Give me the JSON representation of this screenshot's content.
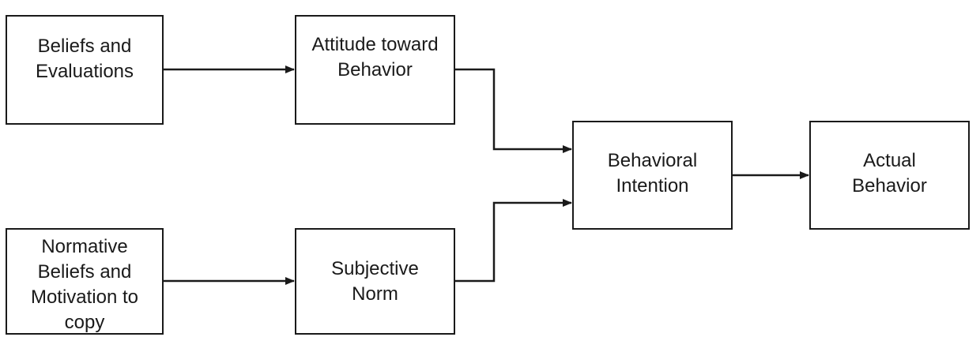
{
  "diagram": {
    "nodes": {
      "beliefs_evaluations": "Beliefs and\nEvaluations",
      "attitude_toward_behavior": "Attitude toward\nBehavior",
      "normative_beliefs": "Normative\nBeliefs and\nMotivation to\ncopy",
      "subjective_norm": "Subjective\nNorm",
      "behavioral_intention": "Behavioral\nIntention",
      "actual_behavior": "Actual\nBehavior"
    },
    "edges": [
      {
        "from": "beliefs_evaluations",
        "to": "attitude_toward_behavior"
      },
      {
        "from": "normative_beliefs",
        "to": "subjective_norm"
      },
      {
        "from": "attitude_toward_behavior",
        "to": "behavioral_intention"
      },
      {
        "from": "subjective_norm",
        "to": "behavioral_intention"
      },
      {
        "from": "behavioral_intention",
        "to": "actual_behavior"
      }
    ],
    "colors": {
      "stroke": "#1a1a1a",
      "text": "#1a1a1a",
      "background": "#ffffff"
    }
  }
}
